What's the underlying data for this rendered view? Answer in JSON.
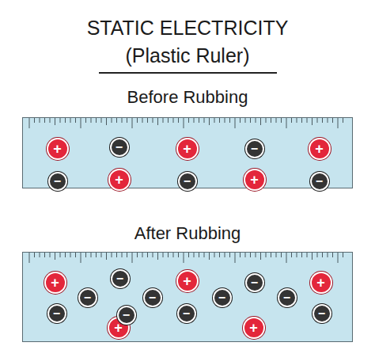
{
  "diagram": {
    "title": "STATIC ELECTRICITY (Plastic Ruler)",
    "nodes": [
      {
        "text": [
          "Before Rubbing"
        ]
      },
      {
        "text": [
          "+"
        ],
        "in": 0
      },
      {
        "text": [
          "−"
        ],
        "in": 0
      },
      {
        "text": [
          "+"
        ],
        "in": 0
      },
      {
        "text": [
          "−"
        ],
        "in": 0
      },
      {
        "text": [
          "+"
        ],
        "in": 0
      },
      {
        "text": [
          "−"
        ],
        "in": 0
      },
      {
        "text": [
          "+"
        ],
        "in": 0
      },
      {
        "text": [
          "−"
        ],
        "in": 0
      },
      {
        "text": [
          "+"
        ],
        "in": 0
      },
      {
        "text": [
          "−"
        ],
        "in": 0
      },
      {
        "text": [
          "After Rubbing"
        ]
      },
      {
        "text": [
          "+"
        ],
        "in": 11
      },
      {
        "text": [
          "−"
        ],
        "in": 11
      },
      {
        "text": [
          "+"
        ],
        "in": 11
      },
      {
        "text": [
          "−"
        ],
        "in": 11
      },
      {
        "text": [
          "−"
        ],
        "in": 11
      },
      {
        "text": [
          "+"
        ],
        "in": 11
      },
      {
        "text": [
          "−"
        ],
        "in": 11
      },
      {
        "text": [
          "−"
        ],
        "in": 11
      },
      {
        "text": [
          "−"
        ],
        "in": 11
      },
      {
        "text": [
          "−"
        ],
        "in": 11
      },
      {
        "text": [
          "−"
        ],
        "in": 11
      },
      {
        "text": [
          "+"
        ],
        "in": 11
      },
      {
        "text": [
          "−"
        ],
        "in": 11
      },
      {
        "text": [
          "+"
        ],
        "in": 11
      },
      {
        "text": [
          "−"
        ],
        "in": 11
      }
    ]
  }
}
